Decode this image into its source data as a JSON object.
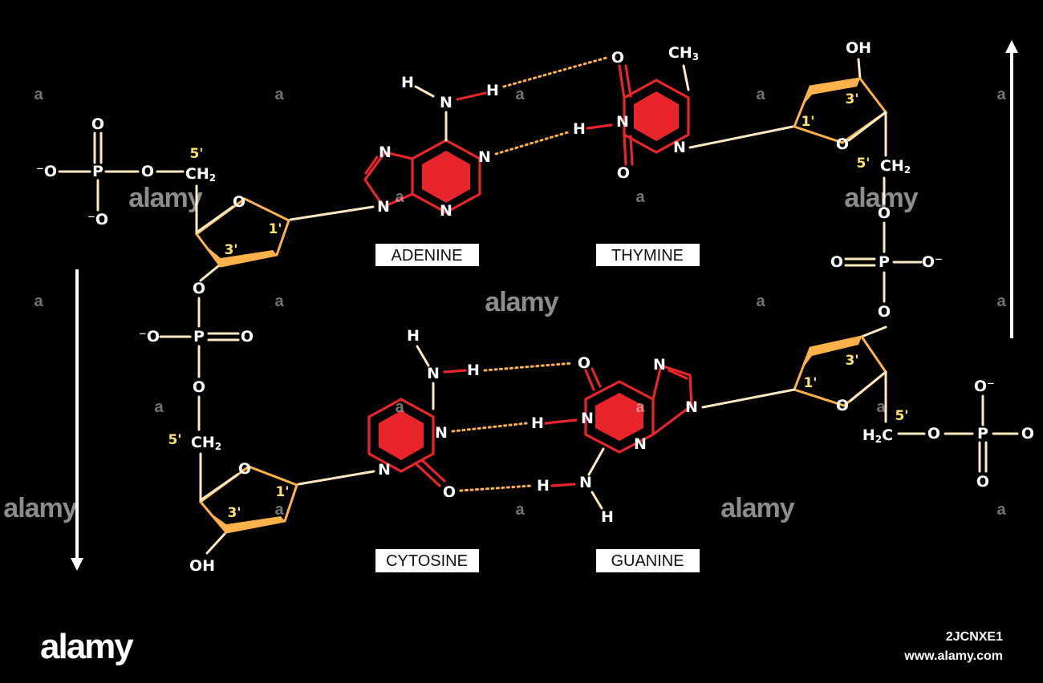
{
  "bases": {
    "adenine": "ADENINE",
    "thymine": "THYMINE",
    "cytosine": "CYTOSINE",
    "guanine": "GUANINE"
  },
  "atoms": {
    "O": "O",
    "N": "N",
    "H": "H",
    "P": "P",
    "OH": "OH",
    "C": "C",
    "CH": "CH",
    "H2": "H",
    "sub2": "2",
    "sub3": "3",
    "neg_o": "⁻O",
    "o_neg": "O⁻"
  },
  "primes": {
    "p5": "5'",
    "p3": "3'",
    "p1": "1'"
  },
  "watermark": {
    "brand": "alamy",
    "letter": "a"
  },
  "footer": {
    "logo": "alamy",
    "image_id": "2JCNXE1",
    "url": "www.alamy.com"
  },
  "colors": {
    "background": "#000000",
    "base_ring": "#e8252a",
    "sugar": "#ffb24a",
    "bond": "#ffe9c2",
    "prime_label": "#ffe36b"
  }
}
